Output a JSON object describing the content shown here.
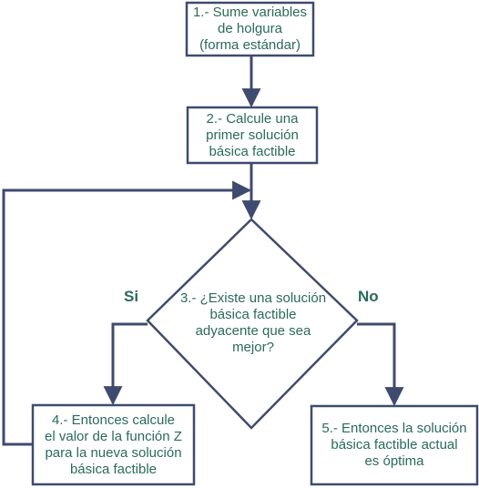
{
  "colors": {
    "stroke": "#3f4b6e",
    "text": "#2a6a5a",
    "background": "#ffffff"
  },
  "nodes": {
    "step1": "1.- Sume variables\nde holgura\n(forma estándar)",
    "step2": "2.- Calcule una\nprimer solución\nbásica factible",
    "step3": "3.- ¿Existe una solución\nbásica factible\nadyacente que sea\nmejor?",
    "step4": "4.- Entonces calcule\nel valor de la función Z\npara la nueva solución\nbásica factible",
    "step5": "5.- Entonces la solución\nbásica factible actual\nes óptima"
  },
  "edge_labels": {
    "yes": "Si",
    "no": "No"
  }
}
